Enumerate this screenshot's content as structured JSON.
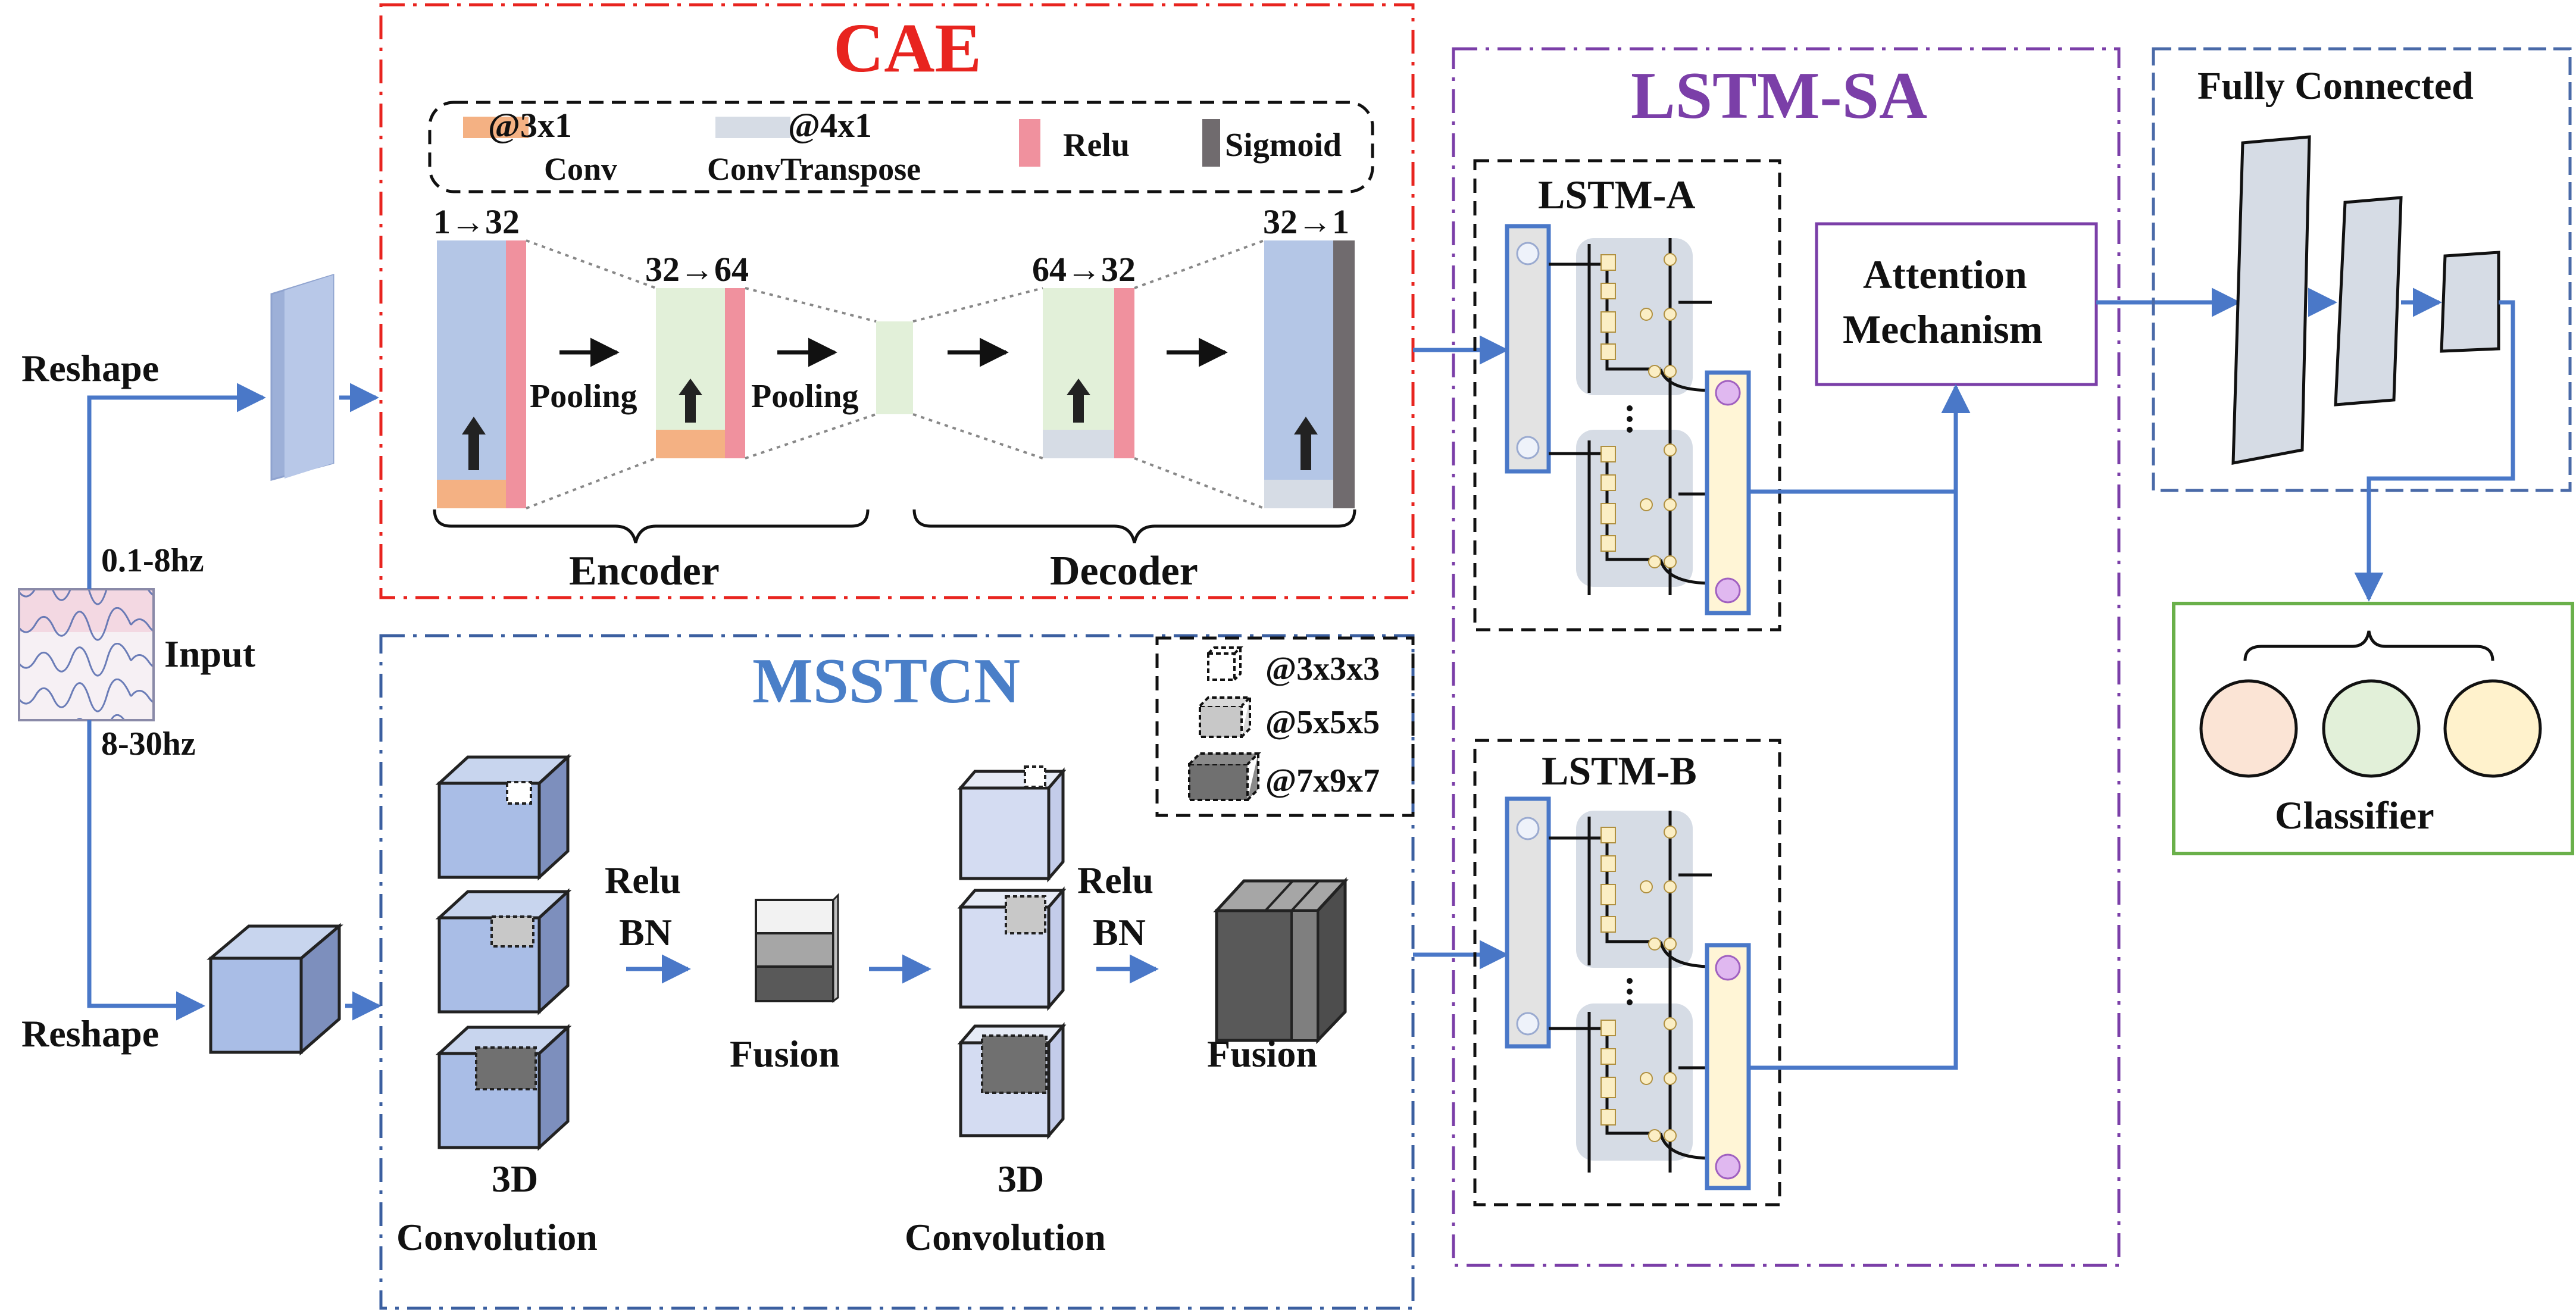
{
  "input": {
    "band_low": "0.1-8hz",
    "label": "Input",
    "band_high": "8-30hz",
    "reshape_top": "Reshape",
    "reshape_bottom": "Reshape"
  },
  "cae": {
    "title": "CAE",
    "legend": {
      "conv_kernel": "@3x1",
      "conv_name": "Conv",
      "convt_kernel": "@4x1",
      "convt_name": "ConvTranspose",
      "relu": "Relu",
      "sigmoid": "Sigmoid"
    },
    "channels": [
      "1→32",
      "32→64",
      "64→32",
      "32→1"
    ],
    "pooling_label": "Pooling",
    "encoder": "Encoder",
    "decoder": "Decoder"
  },
  "msstcn": {
    "title": "MSSTCN",
    "legend": [
      "@3x3x3",
      "@5x5x5",
      "@7x9x7"
    ],
    "relu": "Relu",
    "bn": "BN",
    "fusion": "Fusion",
    "conv_line1": "3D",
    "conv_line2": "Convolution"
  },
  "lstm_sa": {
    "title": "LSTM-SA",
    "branch_a": "LSTM-A",
    "branch_b": "LSTM-B",
    "attention_line1": "Attention",
    "attention_line2": "Mechanism"
  },
  "fc": {
    "title": "Fully Connected"
  },
  "classifier": {
    "label": "Classifier"
  },
  "colors": {
    "cae_border": "#e8241f",
    "cae_title": "#e8241f",
    "msstcn_border": "#3b5fa0",
    "msstcn_title": "#4a7fc8",
    "lstm_border": "#7b3fa8",
    "lstm_title": "#7b3fa8",
    "fc_border": "#4a6aa8",
    "classifier_border": "#6ab04a",
    "arrow": "#4a78c8",
    "block_blue": "#b4c6e6",
    "block_green": "#e2f0d9",
    "conv_orange": "#f4b183",
    "convt_grey": "#d6dce5",
    "relu_pink": "#f0919e",
    "sigmoid_grey": "#706b6e",
    "class_1": "#fbe4d5",
    "class_2": "#e2f0d9",
    "class_3": "#fff2cc"
  }
}
